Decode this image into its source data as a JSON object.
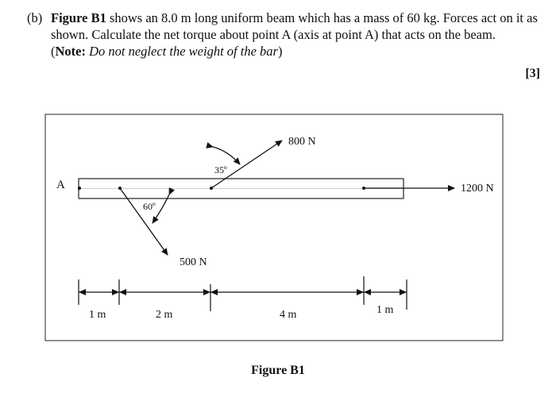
{
  "question": {
    "part_label": "(b)",
    "figure_ref": "Figure B1",
    "text_1": " shows an 8.0 m long uniform beam which has a mass of 60 kg. Forces act on it as shown. Calculate the net torque about point A (axis at point A) that acts on the beam.",
    "note_open": "(",
    "note_label": "Note:",
    "note_text": " Do not neglect the weight of the bar",
    "note_close": ")",
    "marks": "[3]"
  },
  "figure": {
    "point_label": "A",
    "force_800": "800 N",
    "angle_35": "35º",
    "force_1200": "1200 N",
    "angle_60": "60º",
    "force_500": "500 N",
    "dim_1": "1 m",
    "dim_2": "2 m",
    "dim_3": "4 m",
    "dim_4": "1 m",
    "caption": "Figure B1"
  }
}
